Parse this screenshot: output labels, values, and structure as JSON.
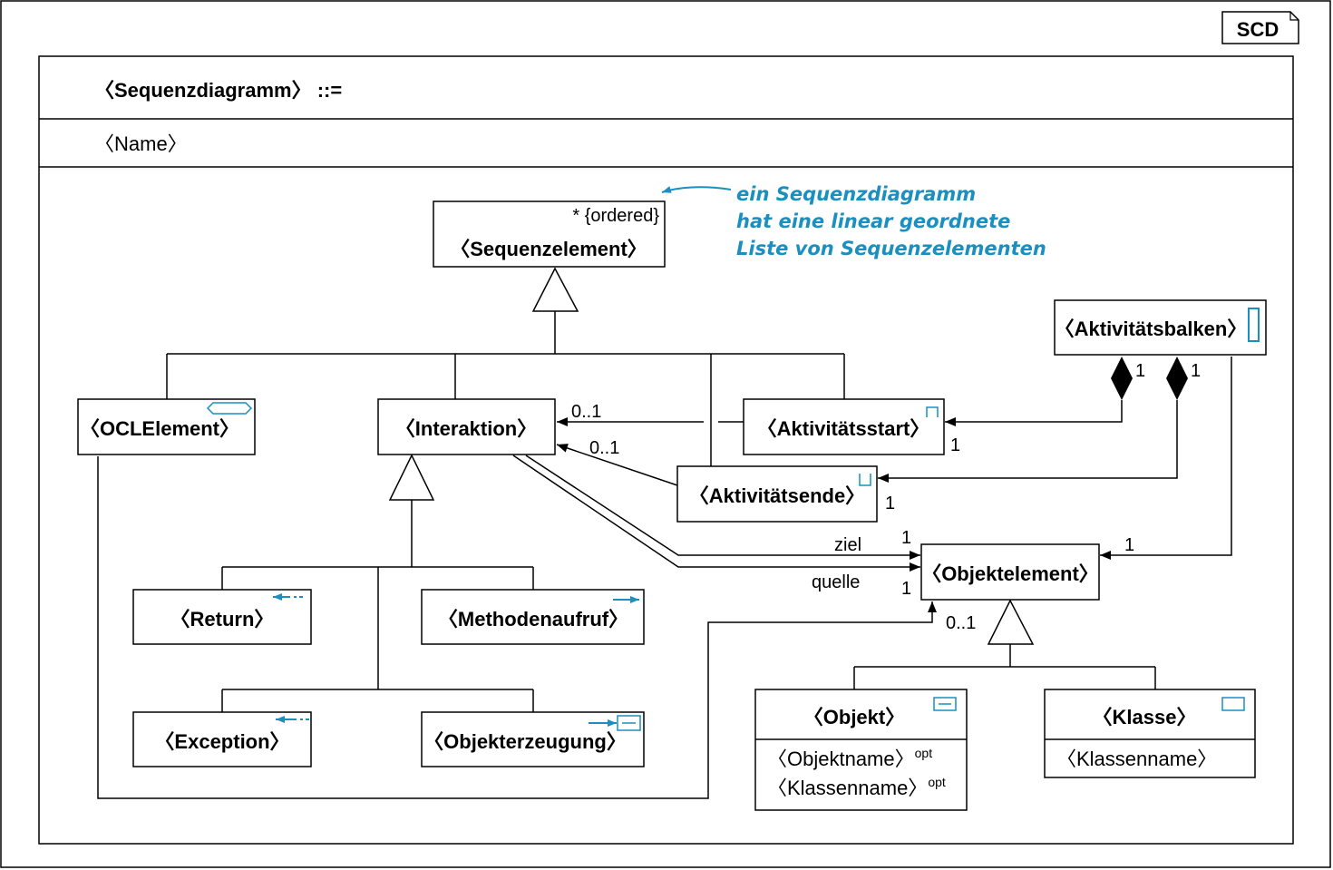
{
  "tag": "SCD",
  "header": {
    "title": "〈Sequenzdiagramm〉 ::=",
    "name": "〈Name〉"
  },
  "note": {
    "lines": [
      "ein Sequenzdiagramm",
      "hat eine linear geordnete",
      "Liste von Sequenzelementen"
    ]
  },
  "classes": {
    "sequenzelement": "〈Sequenzelement〉",
    "ordered": "* {ordered}",
    "oclelement": "〈OCLElement〉",
    "interaktion": "〈Interaktion〉",
    "aktivitaetsbalken": "〈Aktivitätsbalken〉",
    "aktivitaetsstart": "〈Aktivitätsstart〉",
    "aktivitaetsende": "〈Aktivitätsende〉",
    "return": "〈Return〉",
    "methodenaufruf": "〈Methodenaufruf〉",
    "exception": "〈Exception〉",
    "objekterzeugung": "〈Objekterzeugung〉",
    "objektelement": "〈Objektelement〉",
    "objekt": "〈Objekt〉",
    "objekt_attr1": "〈Objektname〉",
    "objekt_attr2": "〈Klassenname〉",
    "opt": "opt",
    "klasse": "〈Klasse〉",
    "klasse_attr": "〈Klassenname〉"
  },
  "labels": {
    "start_to_interaktion": "0..1",
    "ende_to_interaktion": "0..1",
    "balken_start_mult": "1",
    "balken_ende_mult": "1",
    "start_mult": "1",
    "ende_mult": "1",
    "ziel": "ziel",
    "quelle": "quelle",
    "ziel_mult": "1",
    "quelle_mult": "1",
    "balken_objekt_mult": "1",
    "ocl_objekt_mult": "0..1"
  },
  "colors": {
    "accent": "#1a8fc0",
    "line": "#000000",
    "background": "#ffffff"
  }
}
